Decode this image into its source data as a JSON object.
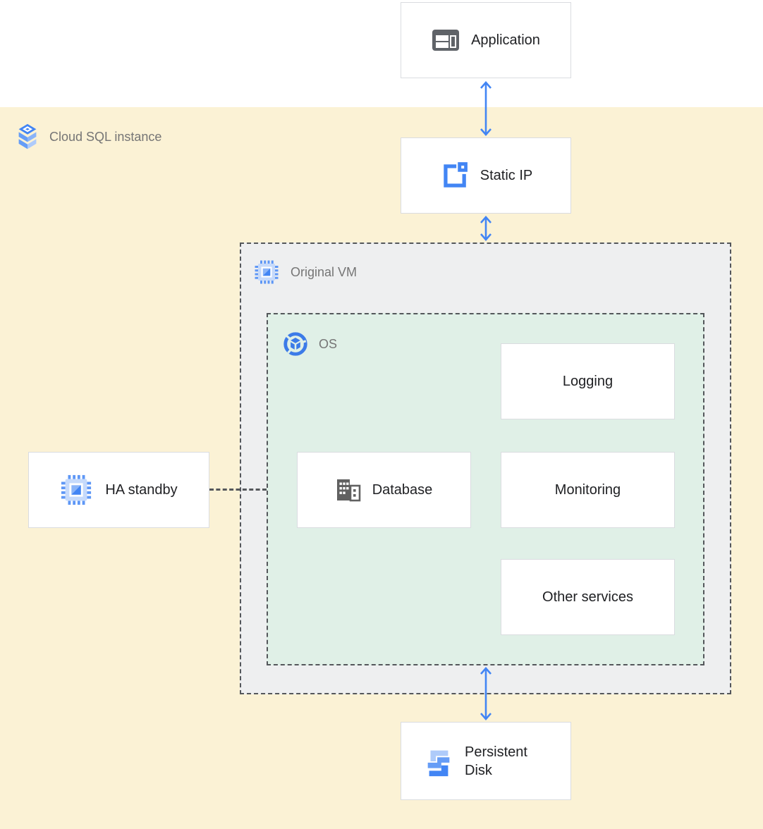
{
  "diagram": {
    "zones": {
      "cloud_sql": {
        "label": "Cloud SQL instance",
        "icon": "cloud-sql-icon"
      },
      "original_vm": {
        "label": "Original VM",
        "icon": "compute-engine-icon"
      },
      "os": {
        "label": "OS",
        "icon": "os-icon"
      }
    },
    "nodes": {
      "application": {
        "label": "Application",
        "icon": "application-icon"
      },
      "static_ip": {
        "label": "Static IP",
        "icon": "static-ip-icon"
      },
      "ha_standby": {
        "label": "HA standby",
        "icon": "compute-engine-icon"
      },
      "database": {
        "label": "Database",
        "icon": "database-building-icon"
      },
      "logging": {
        "label": "Logging"
      },
      "monitoring": {
        "label": "Monitoring"
      },
      "other_services": {
        "label": "Other services"
      },
      "persistent_disk": {
        "label": "Persistent Disk",
        "icon": "persistent-disk-icon"
      }
    },
    "connections": [
      {
        "from": "application",
        "to": "static_ip",
        "style": "double-arrow"
      },
      {
        "from": "static_ip",
        "to": "original_vm",
        "style": "double-arrow"
      },
      {
        "from": "os",
        "to": "persistent_disk",
        "style": "double-arrow"
      },
      {
        "from": "ha_standby",
        "to": "os",
        "style": "dashed-line"
      }
    ],
    "colors": {
      "arrow_blue": "#4285F4",
      "zone_yellow": "#FBF2D5",
      "zone_gray": "#EEEFF0",
      "zone_green": "#E0F0E7",
      "box_border": "#DADCE0",
      "dash_border": "#54575B",
      "zone_label_text": "#757575",
      "node_text": "#202124",
      "icon_gray": "#5F6368",
      "icon_blue_dark": "#4285F4",
      "icon_blue_mid": "#669DF6",
      "icon_blue_light": "#AECBFA"
    }
  }
}
